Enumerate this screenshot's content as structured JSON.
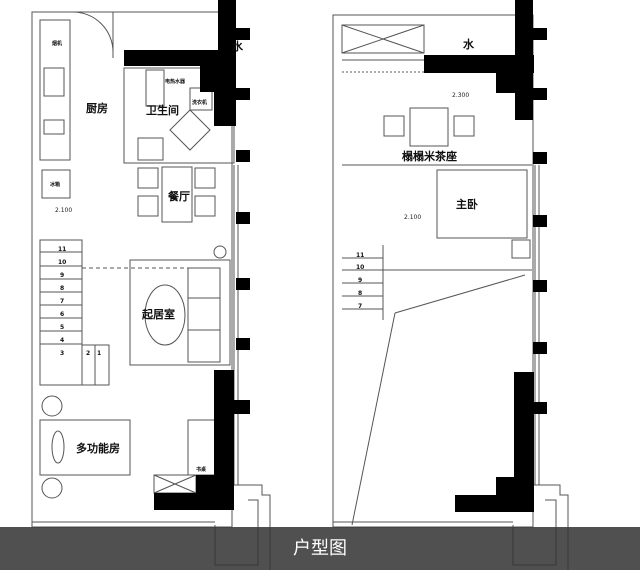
{
  "caption": "户型图",
  "floor_plans": [
    {
      "name": "lower-floor",
      "rooms": {
        "kitchen": "厨房",
        "bathroom": "卫生间",
        "dining": "餐厅",
        "living": "起居室",
        "multi_room": "多功能房",
        "water": "水"
      },
      "fixtures": {
        "water_heater": "电热水器",
        "washer": "洗衣机",
        "fridge": "冰箱",
        "range_hood": "烟机",
        "desk": "书桌"
      },
      "elevation": "2.100",
      "stair_steps": [
        "11",
        "10",
        "9",
        "8",
        "7",
        "6",
        "5",
        "4",
        "3",
        "2",
        "1"
      ]
    },
    {
      "name": "upper-floor",
      "rooms": {
        "water": "水",
        "tatami": "榻榻米茶座",
        "master_bedroom": "主卧"
      },
      "elevations": [
        "2.300",
        "2.100"
      ],
      "stair_steps": [
        "11",
        "10",
        "9",
        "8",
        "7"
      ]
    }
  ],
  "colors": {
    "wall": "#000000",
    "line": "#555555",
    "caption_bg": "#333333",
    "caption_text": "#ffffff"
  }
}
